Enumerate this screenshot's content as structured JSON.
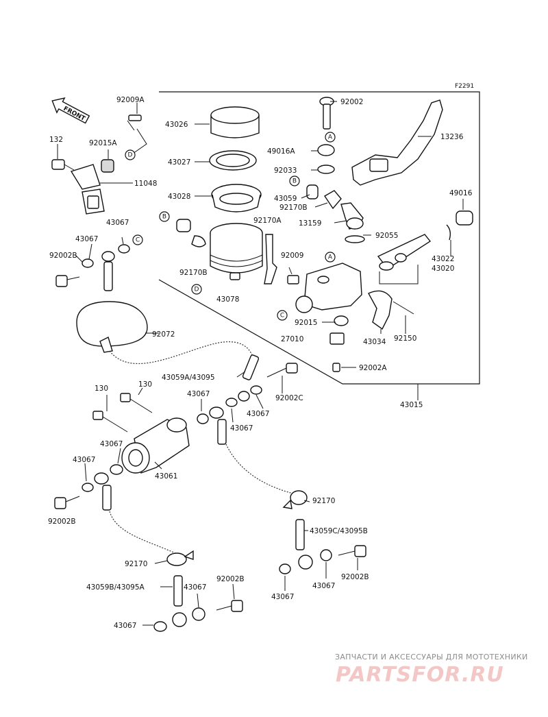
{
  "diagram_code": "F2291",
  "front_label": "FRONT",
  "ref_circles": [
    "A",
    "B",
    "C",
    "D"
  ],
  "parts": [
    "92009A",
    "132",
    "92015A",
    "11048",
    "43067",
    "92002B",
    "92072",
    "43026",
    "43027",
    "43028",
    "92170A",
    "92170B",
    "43078",
    "92002",
    "13236",
    "49016A",
    "92033",
    "43059",
    "13159",
    "92055",
    "49016",
    "43022",
    "43020",
    "92009",
    "92015",
    "27010",
    "43034",
    "92150",
    "92002A",
    "43015",
    "43059A/43095",
    "130",
    "92002C",
    "43061",
    "92170",
    "43059C/43095B",
    "43059B/43095A"
  ],
  "watermark": {
    "tagline": "ЗАПЧАСТИ И АКСЕССУАРЫ ДЛЯ МОТОТЕХНИКИ",
    "logo": "PARTSFOR.RU"
  }
}
